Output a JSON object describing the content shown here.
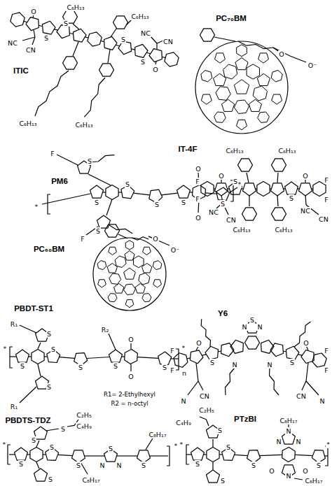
{
  "diagram": {
    "labels": [
      "ITIC",
      "C₆H₁₃",
      "C₆H₁₃",
      "O",
      "NC",
      "CN",
      "S",
      "S",
      "S",
      "S",
      "C₆H₁₃",
      "C₆H₁₃",
      "O",
      "NC",
      "CN",
      "PC₇₀BM",
      "O",
      "O⁻",
      "PM6",
      "*",
      "*",
      "F",
      "S",
      "S",
      "S",
      "S",
      "S",
      "S",
      "S",
      "F",
      "O",
      "O",
      "IT-4F",
      "F",
      "F",
      "C₆H₁₃",
      "O",
      "NC",
      "CN",
      "S",
      "S",
      "C₆H₁₃",
      "C₆H₁₃",
      "C₆H₁₃",
      "O",
      "NC",
      "CN",
      "F",
      "F",
      "PC₆₀BM",
      "O",
      "O⁻",
      "PBDT-ST1",
      "R₁",
      "S",
      "S",
      "S",
      "S",
      "S",
      "R₂",
      "O",
      "O",
      "S",
      "R1= 2-Ethylhexyl",
      "R2 = n-octyl",
      "n",
      "*",
      "*",
      "S",
      "R₁",
      "Y6",
      "N",
      "S",
      "N",
      "S",
      "S",
      "N",
      "N",
      "F",
      "F",
      "O",
      "O",
      "F",
      "F",
      "N",
      "CN",
      "CN",
      "N",
      "PBDTS-TDZ",
      "C₂H₅",
      "C₄H₉",
      "S",
      "S",
      "S",
      "S",
      "S",
      "N",
      "S",
      "N",
      "S",
      "C₈H₁₇",
      "C₈H₁₇",
      "*",
      "*",
      "S",
      "PTzBI",
      "C₂H₅",
      "C₄H₉",
      "S",
      "S",
      "S",
      "S",
      "N",
      "N",
      "N",
      "C₈H₁₇",
      "O",
      "O",
      "N",
      "C₈H₁₇",
      "S",
      "*",
      "*",
      "S"
    ]
  }
}
